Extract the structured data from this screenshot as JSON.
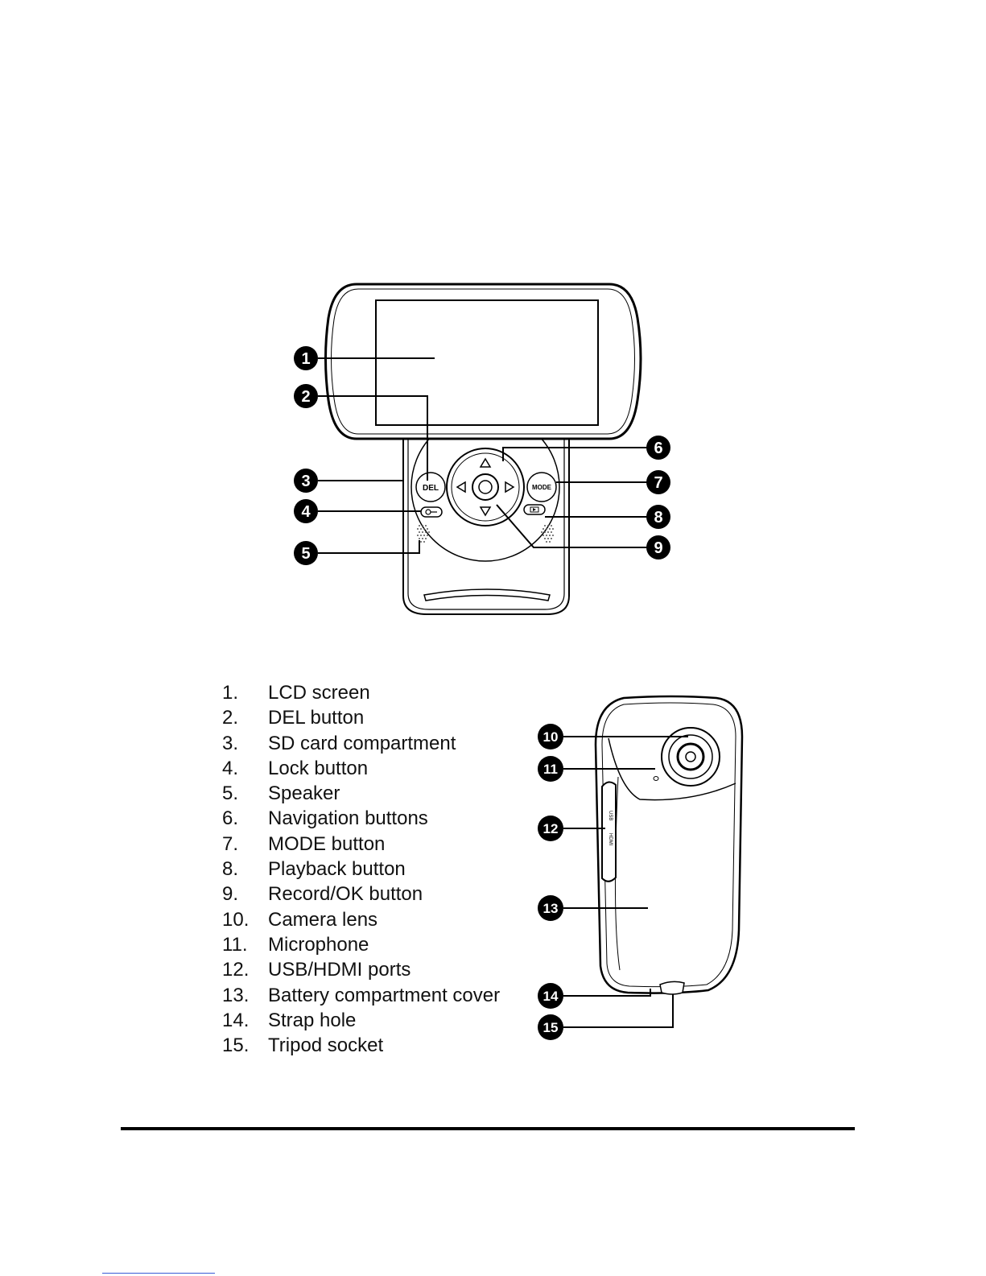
{
  "front_view": {
    "button_labels": {
      "del": "DEL",
      "mode": "MODE"
    },
    "callouts": [
      "1",
      "2",
      "3",
      "4",
      "5",
      "6",
      "7",
      "8",
      "9"
    ]
  },
  "back_view": {
    "port_labels": [
      "USB",
      "HDMI"
    ],
    "callouts": [
      "10",
      "11",
      "12",
      "13",
      "14",
      "15"
    ]
  },
  "parts": [
    {
      "num": "1.",
      "label": "LCD screen"
    },
    {
      "num": "2.",
      "label": "DEL button"
    },
    {
      "num": "3.",
      "label": "SD card compartment"
    },
    {
      "num": "4.",
      "label": "Lock button"
    },
    {
      "num": "5.",
      "label": "Speaker"
    },
    {
      "num": "6.",
      "label": "Navigation buttons"
    },
    {
      "num": "7.",
      "label": "MODE button"
    },
    {
      "num": "8.",
      "label": "Playback button"
    },
    {
      "num": "9.",
      "label": "Record/OK button"
    },
    {
      "num": "10.",
      "label": "Camera lens"
    },
    {
      "num": "11.",
      "label": "Microphone"
    },
    {
      "num": "12.",
      "label": "USB/HDMI ports"
    },
    {
      "num": "13.",
      "label": "Battery compartment cover"
    },
    {
      "num": "14.",
      "label": "Strap hole"
    },
    {
      "num": "15.",
      "label": "Tripod socket"
    }
  ]
}
